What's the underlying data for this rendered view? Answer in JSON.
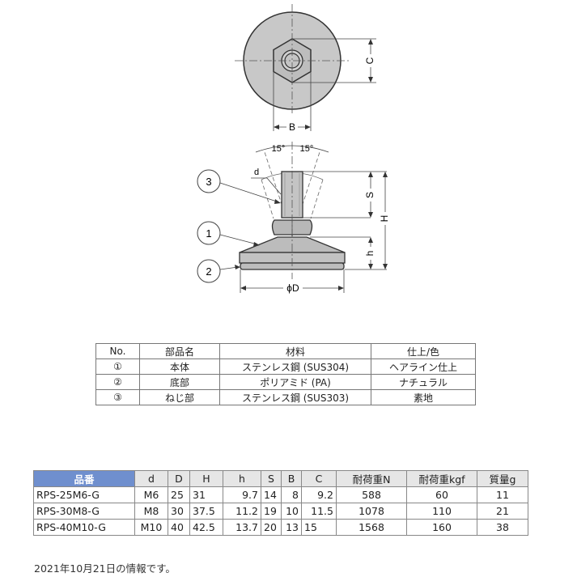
{
  "drawing": {
    "top_view_labels": {
      "B": "B",
      "C": "C"
    },
    "side_view_labels": {
      "angle_left": "15°",
      "angle_right": "15°",
      "d": "d",
      "S": "S",
      "H": "H",
      "h": "h",
      "phiD": "ϕD"
    },
    "callouts": [
      "3",
      "1",
      "2"
    ]
  },
  "parts_table": {
    "headers": [
      "No.",
      "部品名",
      "材料",
      "仕上/色"
    ],
    "rows": [
      [
        "①",
        "本体",
        "ステンレス鋼 (SUS304)",
        "ヘアライン仕上"
      ],
      [
        "②",
        "底部",
        "ポリアミド (PA)",
        "ナチュラル"
      ],
      [
        "③",
        "ねじ部",
        "ステンレス鋼 (SUS303)",
        "素地"
      ]
    ]
  },
  "spec_table": {
    "headers": [
      "品番",
      "d",
      "D",
      "H",
      "h",
      "S",
      "B",
      "C",
      "耐荷重N",
      "耐荷重kgf",
      "質量g"
    ],
    "header_color": "#6f8fce",
    "rows": [
      [
        "RPS-25M6-G",
        "M6",
        "25",
        "31",
        "9.7",
        "14",
        "8",
        "9.2",
        "588",
        "60",
        "11"
      ],
      [
        "RPS-30M8-G",
        "M8",
        "30",
        "37.5",
        "11.2",
        "19",
        "10",
        "11.5",
        "1078",
        "110",
        "21"
      ],
      [
        "RPS-40M10-G",
        "M10",
        "40",
        "42.5",
        "13.7",
        "20",
        "13",
        "15",
        "1568",
        "160",
        "38"
      ]
    ]
  },
  "footnote": "2021年10月21日の情報です。"
}
